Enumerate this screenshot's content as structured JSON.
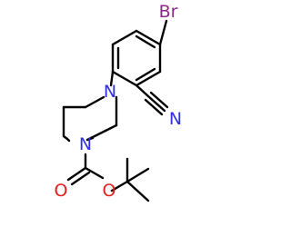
{
  "diagram": {
    "type": "chemical-structure",
    "atoms": [
      {
        "id": "br",
        "label": "Br",
        "element": "Br",
        "color": "#8b2a86"
      },
      {
        "id": "n_nitrile",
        "label": "N",
        "element": "N",
        "color": "#3030e0"
      },
      {
        "id": "n_pip_top",
        "label": "N",
        "element": "N",
        "color": "#3030e0"
      },
      {
        "id": "n_pip_bottom",
        "label": "N",
        "element": "N",
        "color": "#3030e0"
      },
      {
        "id": "o_carbonyl",
        "label": "O",
        "element": "O",
        "color": "#e02020"
      },
      {
        "id": "o_ester",
        "label": "O",
        "element": "O",
        "color": "#e02020"
      }
    ]
  }
}
